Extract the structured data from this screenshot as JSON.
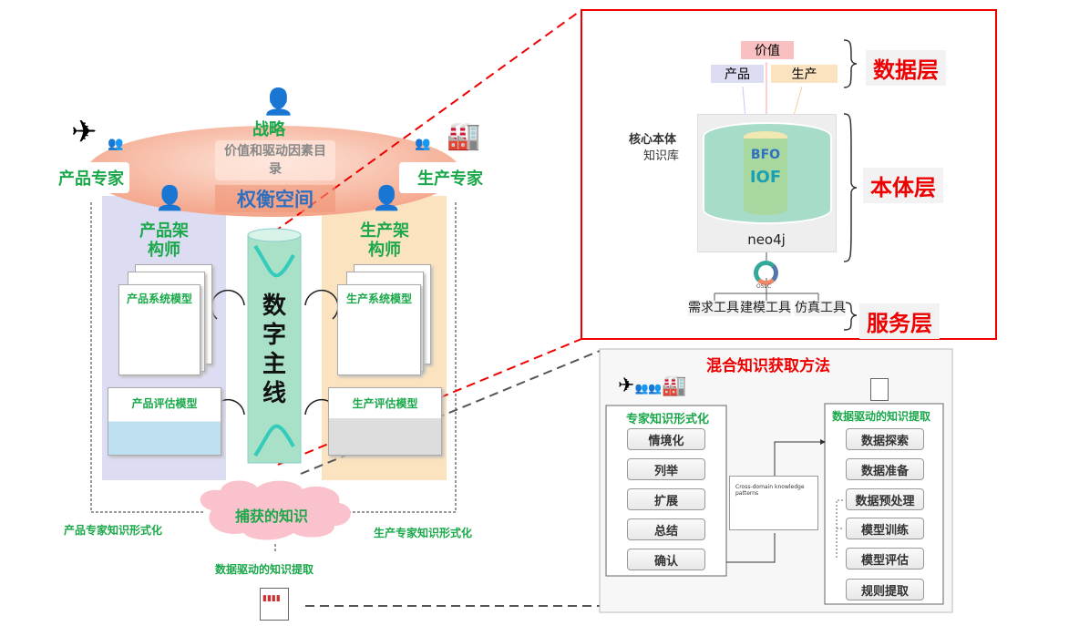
{
  "left": {
    "strategy": "战略",
    "catalog": "价值和驱动因素目录",
    "tradeoff": "权衡空间",
    "product_expert": "产品专家",
    "production_expert": "生产专家",
    "product_architect": "产品架构师",
    "production_architect": "生产架构师",
    "product_system_model": "产品系统模型",
    "production_system_model": "生产系统模型",
    "product_eval_model": "产品评估模型",
    "production_eval_model": "生产评估模型",
    "digital_thread": "数字主线",
    "captured_knowledge": "捕获的知识",
    "product_formalization": "产品专家知识形式化",
    "production_formalization": "生产专家知识形式化",
    "data_driven": "数据驱动的知识提取"
  },
  "top_right": {
    "value": "价值",
    "product": "产品",
    "production": "生产",
    "core_ontology": "核心本体",
    "knowledge_base": "知识库",
    "bfo": "BFO",
    "iof": "IOF",
    "neo4j": "neo4j",
    "oslc": "OSLC",
    "tools": [
      "需求工具",
      "建模工具",
      "仿真工具"
    ],
    "layers": [
      "数据层",
      "本体层",
      "服务层"
    ]
  },
  "bottom_right": {
    "title": "混合知识获取方法",
    "expert_title": "专家知识形式化",
    "expert_steps": [
      "情境化",
      "列举",
      "扩展",
      "总结",
      "确认"
    ],
    "patterns": "Cross-domain knowledge patterns",
    "data_title": "数据驱动的知识提取",
    "data_steps": [
      "数据探索",
      "数据准备",
      "数据预处理",
      "模型训练",
      "模型评估",
      "规则提取"
    ]
  },
  "colors": {
    "red": "#e00000",
    "green": "#1aa84a",
    "blue": "#2f6fc0",
    "lavender": "#dcdcf2",
    "peach": "#fbe3c0",
    "salmon": "#f4a58a"
  }
}
